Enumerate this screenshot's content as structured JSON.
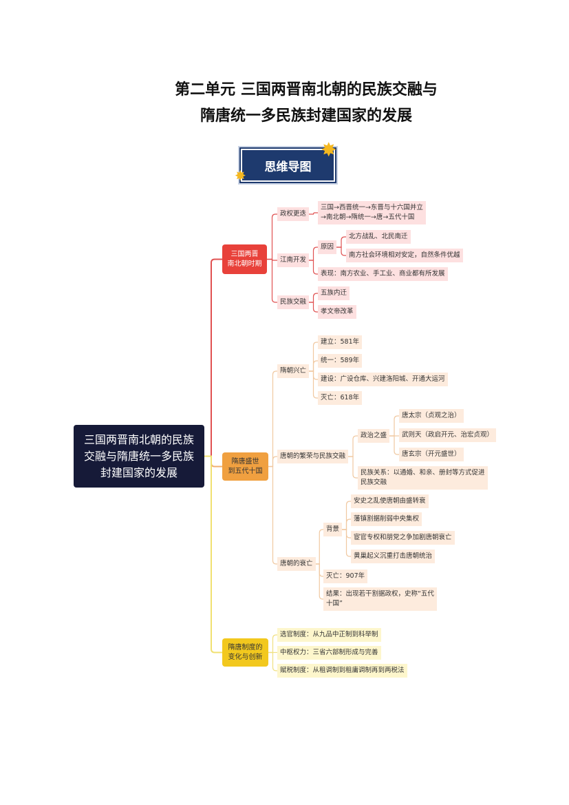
{
  "title": {
    "line1": "第二单元  三国两晋南北朝的民族交融与",
    "line2": "隋唐统一多民族封建国家的发展"
  },
  "badge": "思维导图",
  "colors": {
    "red": "#e8413a",
    "orange": "#f0a040",
    "yellow": "#f2c81e",
    "navy": "#161a38"
  },
  "root": "三国两晋南北朝的民族\n交融与隋唐统一多民族\n封建国家的发展",
  "branches": [
    {
      "label": "三国两晋\n南北朝时期",
      "zhengquan": {
        "label": "政权更迭",
        "text": "三国→西晋统一→东晋与十六国并立\n→南北朝→隋统一→唐→五代十国"
      },
      "jiangnan": {
        "label": "江南开发",
        "yuanyin": "原因",
        "reasons": [
          "北方战乱、北民南迁",
          "南方社会环境相对安定，自然条件优越"
        ],
        "biaoxian": "表现：南方农业、手工业、商业都有所发展"
      },
      "minzu": {
        "label": "民族交融",
        "items": [
          "五族内迁",
          "孝文帝改革"
        ]
      }
    },
    {
      "label": "隋唐盛世\n到五代十国",
      "sui": {
        "label": "隋朝兴亡",
        "items": [
          "建立：581年",
          "统一：589年",
          "建设：广设仓库、兴建洛阳城、开通大运河",
          "灭亡：618年"
        ]
      },
      "tang": {
        "label": "唐朝的繁荣与民族交融",
        "zhengzhi": "政治之盛",
        "rulers": [
          "唐太宗（贞观之治）",
          "武则天（政启开元、治宏贞观）",
          "唐玄宗（开元盛世）"
        ],
        "guanxi": "民族关系：以通婚、和亲、册封等方式促进\n民族交融"
      },
      "shuai": {
        "label": "唐朝的衰亡",
        "beijing": "背景",
        "reasons": [
          "安史之乱使唐朝由盛转衰",
          "藩镇割据削弱中央集权",
          "宦官专权和朋党之争加剧唐朝衰亡",
          "黄巢起义沉重打击唐朝统治"
        ],
        "mieWang": "灭亡：907年",
        "jieguo": "结果：出现若干割据政权，史称“五代\n十国”"
      }
    },
    {
      "label": "隋唐制度的\n变化与创新",
      "items": [
        "选官制度：从九品中正制到科举制",
        "中枢权力：三省六部制形成与完善",
        "赋税制度：从租调制到租庸调制再到两税法"
      ]
    }
  ]
}
